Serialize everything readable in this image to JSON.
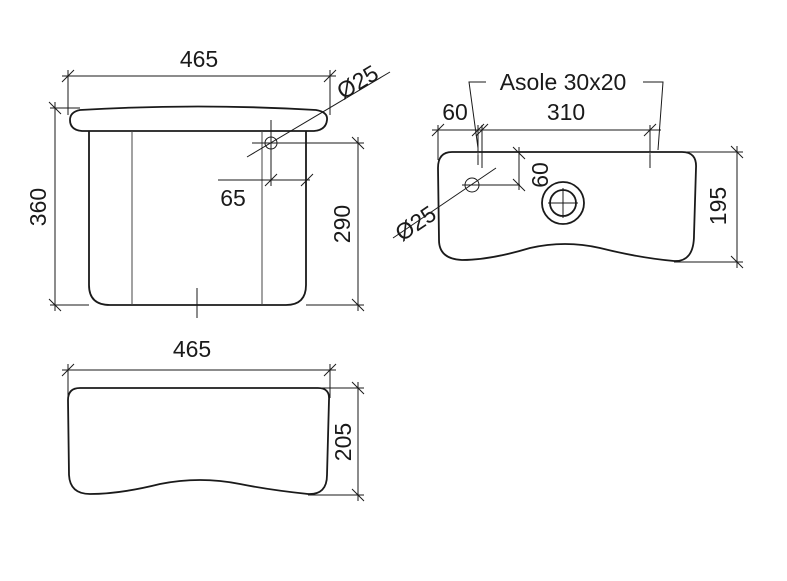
{
  "front_view": {
    "width_label": "465",
    "hole_diameter_label": "Ø25",
    "hole_offset_label": "65",
    "body_height_label": "290",
    "total_height_label": "360"
  },
  "bottom_view": {
    "width_label": "465",
    "depth_label": "205"
  },
  "top_view": {
    "slots_label": "Asole 30x20",
    "left_offset_label": "60",
    "slot_spacing_label": "310",
    "hole_depth_label": "60",
    "hole_diameter_label": "Ø25",
    "depth_label": "195"
  }
}
